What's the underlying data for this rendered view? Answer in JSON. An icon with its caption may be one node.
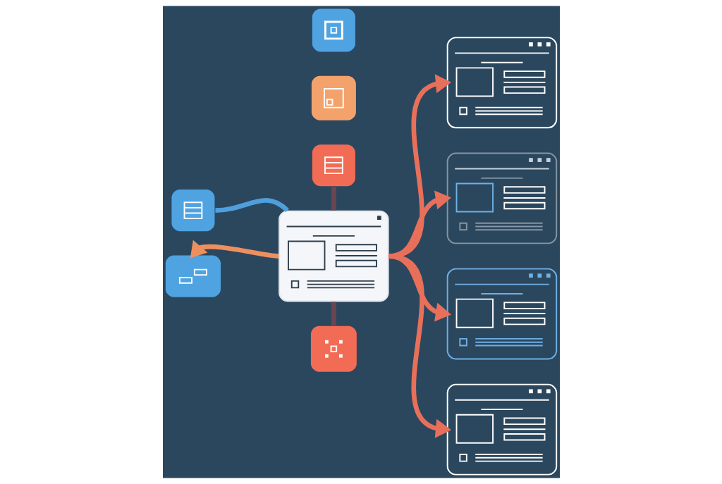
{
  "diagram": {
    "nodes": [
      {
        "text": [],
        "shape": "box"
      },
      {
        "text": [],
        "shape": "box"
      },
      {
        "text": [],
        "shape": "picture"
      },
      {
        "text": [],
        "shape": "box"
      },
      {
        "text": [],
        "shape": "box"
      },
      {
        "text": [],
        "shape": "box"
      },
      {
        "text": [],
        "shape": "box"
      },
      {
        "text": [],
        "shape": "picture"
      },
      {
        "text": [],
        "shape": "picture"
      },
      {
        "text": [],
        "shape": "picture"
      },
      {
        "text": [],
        "shape": "picture"
      }
    ],
    "edges": [
      {
        "from": 0,
        "to": 2,
        "arrow": "none",
        "color": "#4f9fdc"
      },
      {
        "from": 1,
        "to": 2,
        "arrow": "none",
        "color": "#6b4550"
      },
      {
        "from": 2,
        "to": 5,
        "arrow": "to",
        "color": "#ee8f5e"
      },
      {
        "from": 2,
        "to": 6,
        "arrow": "none",
        "color": "#6b4550"
      },
      {
        "from": 2,
        "to": 7,
        "arrow": "to"
      },
      {
        "from": 2,
        "to": 8,
        "arrow": "to"
      },
      {
        "from": 2,
        "to": 9,
        "arrow": "to"
      },
      {
        "from": 2,
        "to": 10,
        "arrow": "to"
      }
    ]
  }
}
